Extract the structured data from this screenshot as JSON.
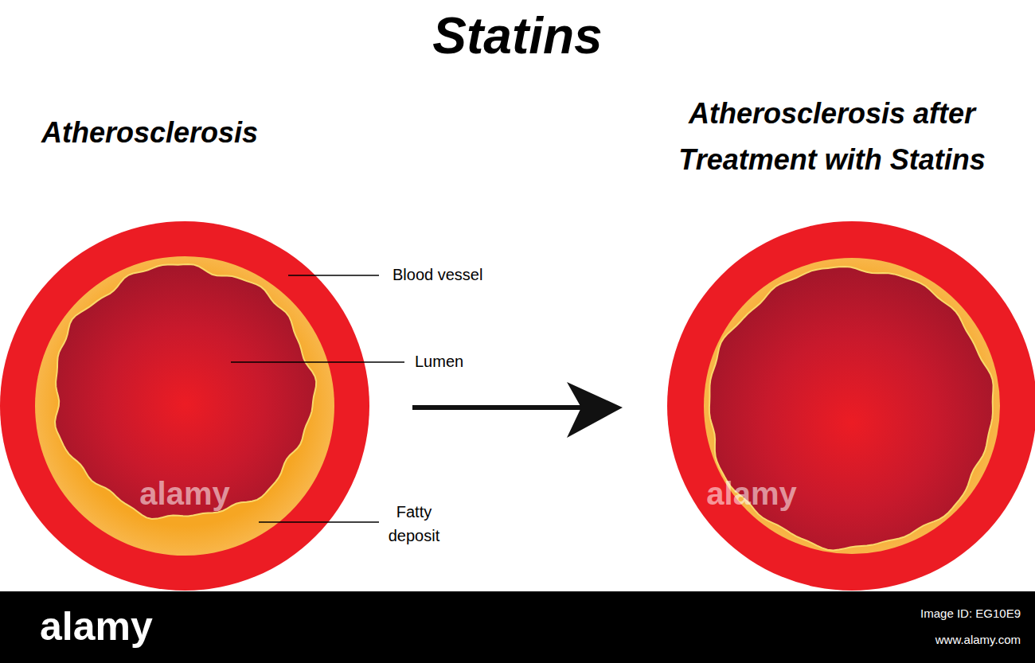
{
  "diagram": {
    "title": "Statins",
    "labels": [
      "Atherosclerosis",
      "Atherosclerosis after Treatment with Statins",
      "Blood vessel",
      "Lumen",
      "Fatty deposit",
      "alamy",
      "alamy",
      "alamy",
      "Image ID: EG10E9",
      "www.alamy.com"
    ]
  }
}
